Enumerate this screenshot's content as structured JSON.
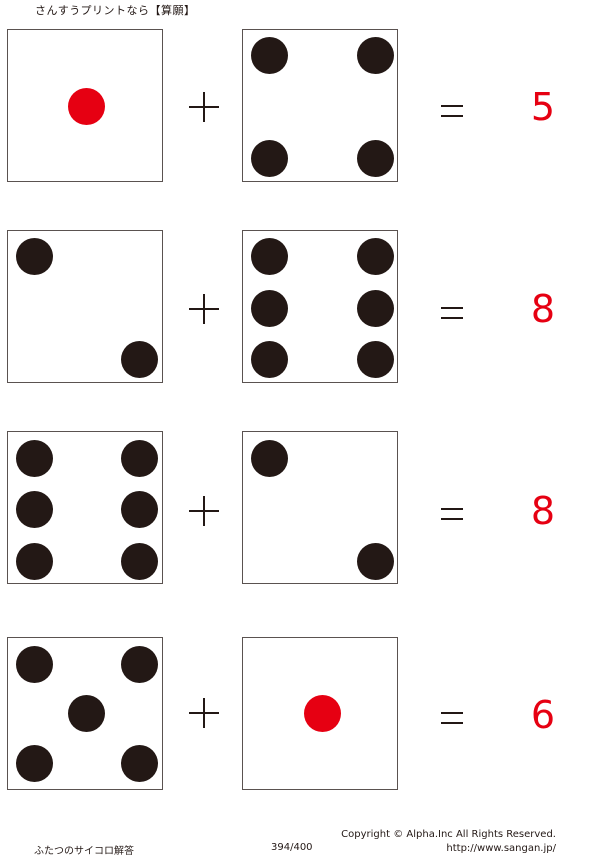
{
  "header": {
    "title": "さんすうプリントなら【算願】"
  },
  "problems": [
    {
      "left_die": 1,
      "right_die": 4,
      "operator": "+",
      "equals": "=",
      "answer": "5"
    },
    {
      "left_die": 2,
      "right_die": 6,
      "operator": "+",
      "equals": "=",
      "answer": "8"
    },
    {
      "left_die": 6,
      "right_die": 2,
      "operator": "+",
      "equals": "=",
      "answer": "8"
    },
    {
      "left_die": 5,
      "right_die": 1,
      "operator": "+",
      "equals": "=",
      "answer": "6"
    }
  ],
  "colors": {
    "pip": "#231815",
    "pip_one": "#e60012",
    "answer": "#e60012",
    "border": "#5a5250"
  },
  "footer": {
    "worksheet_name": "ふたつのサイコロ解答",
    "page": "394/400",
    "copyright": "Copyright ©  Alpha.Inc All Rights Reserved.",
    "url": "http://www.sangan.jp/"
  }
}
